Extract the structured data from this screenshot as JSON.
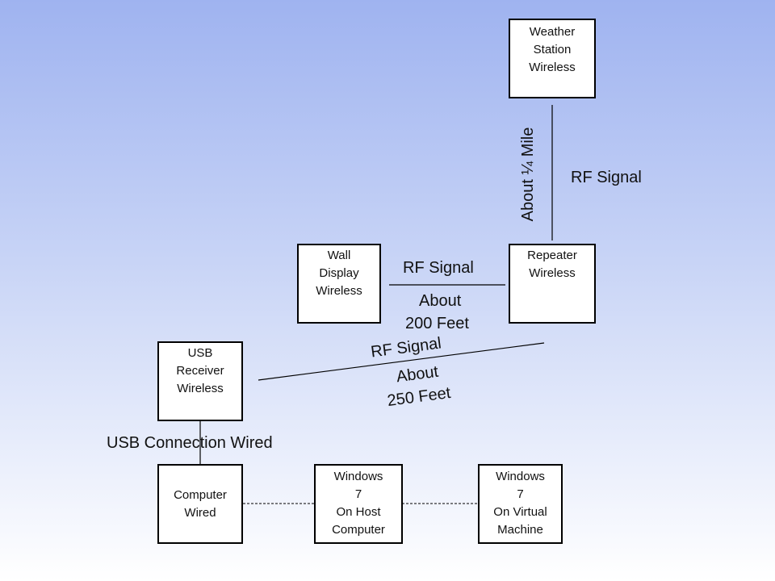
{
  "boxes": {
    "weather": [
      "Weather",
      "Station",
      "Wireless"
    ],
    "repeater": [
      "Repeater",
      "Wireless"
    ],
    "wall": [
      "Wall",
      "Display",
      "Wireless"
    ],
    "usb": [
      "USB",
      "Receiver",
      "Wireless"
    ],
    "computer": [
      "Computer",
      "Wired"
    ],
    "host": [
      "Windows",
      "7",
      "On Host",
      "Computer"
    ],
    "vm": [
      "Windows",
      "7",
      "On Virtual",
      "Machine"
    ]
  },
  "labels": {
    "quarter_mile": "About ¼ Mile",
    "rf_weather": "RF Signal",
    "rf_wall": "RF Signal",
    "about_200": "About",
    "feet_200": "200 Feet",
    "rf_usb": "RF Signal",
    "about_250": "About",
    "feet_250": "250 Feet",
    "usb_connection": "USB Connection Wired"
  }
}
